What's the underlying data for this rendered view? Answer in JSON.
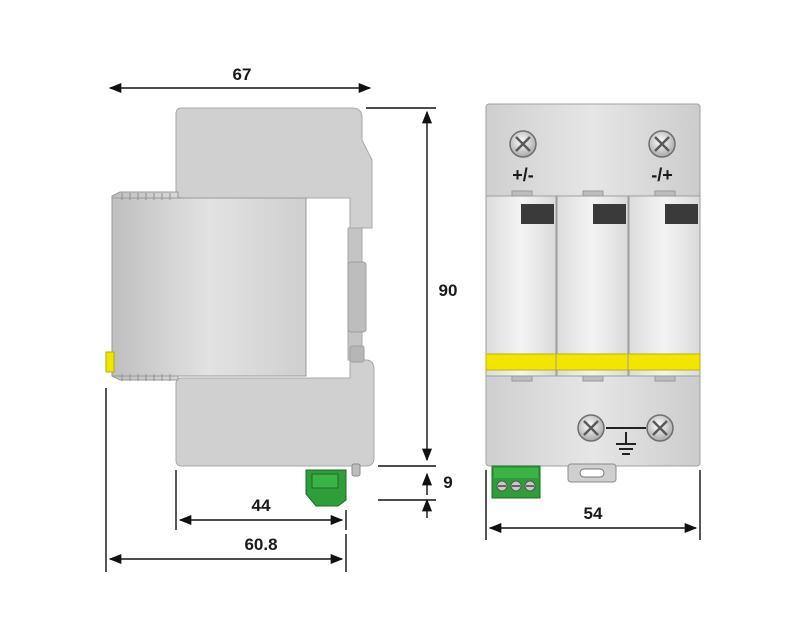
{
  "dimensions": {
    "width_top": "67",
    "height_main": "90",
    "height_terminal": "9",
    "depth_inner": "44",
    "depth_total": "60.8",
    "width_front": "54"
  },
  "labels": {
    "pole_left": "+/-",
    "pole_right": "-/+"
  },
  "colors": {
    "housing": "#d4d4d4",
    "module": "#e9e9e9",
    "indicator_stripe": "#f2e600",
    "status_window": "#3a3a3a",
    "terminal_block": "#2f9e3a",
    "dimension_line": "#111111"
  },
  "icons": [
    "screw-icon",
    "ground-symbol-icon"
  ]
}
